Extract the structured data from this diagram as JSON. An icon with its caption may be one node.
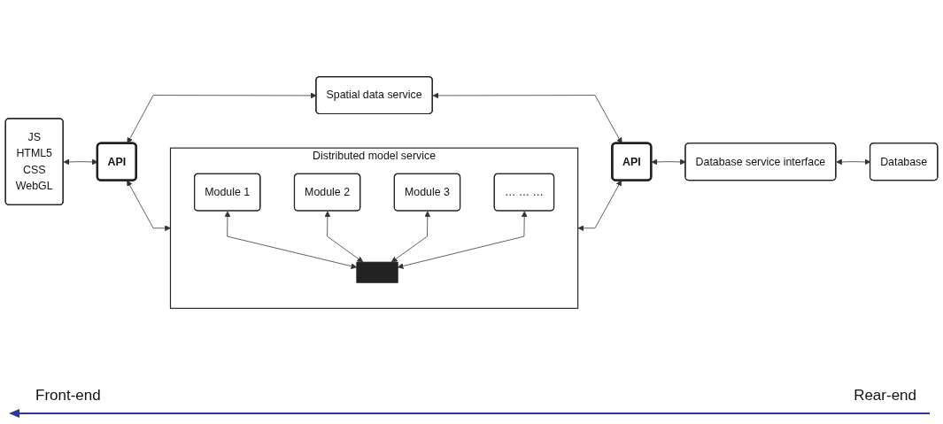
{
  "diagram": {
    "nodes": [
      {
        "text": [
          "JS",
          "HTML5",
          "CSS",
          "WebGL"
        ]
      },
      {
        "text": [
          "API"
        ]
      },
      {
        "text": [
          "Spatial data service"
        ]
      },
      {
        "text": [
          "Distributed model service"
        ]
      },
      {
        "text": [
          "Module 1"
        ],
        "in": 3
      },
      {
        "text": [
          "Module 2"
        ],
        "in": 3
      },
      {
        "text": [
          "Module 3"
        ],
        "in": 3
      },
      {
        "text": [
          "… … …"
        ],
        "in": 3
      },
      {
        "text": [],
        "shape": "bar",
        "in": 3
      },
      {
        "text": [
          "API"
        ]
      },
      {
        "text": [
          "Database service interface"
        ]
      },
      {
        "text": [
          "Database"
        ]
      }
    ],
    "edges": [
      {
        "from": 0,
        "to": 1,
        "arrow": "both"
      },
      {
        "from": 1,
        "to": 2,
        "arrow": "both"
      },
      {
        "from": 1,
        "to": 3,
        "arrow": "both"
      },
      {
        "from": 4,
        "to": 8,
        "arrow": "both"
      },
      {
        "from": 5,
        "to": 8,
        "arrow": "both"
      },
      {
        "from": 6,
        "to": 8,
        "arrow": "both"
      },
      {
        "from": 7,
        "to": 8,
        "arrow": "both"
      },
      {
        "from": 2,
        "to": 9,
        "arrow": "both"
      },
      {
        "from": 3,
        "to": 9,
        "arrow": "both"
      },
      {
        "from": 9,
        "to": 10,
        "arrow": "both"
      },
      {
        "from": 10,
        "to": 11,
        "arrow": "both"
      }
    ],
    "labels": [
      "Front-end",
      "Rear-end"
    ]
  }
}
